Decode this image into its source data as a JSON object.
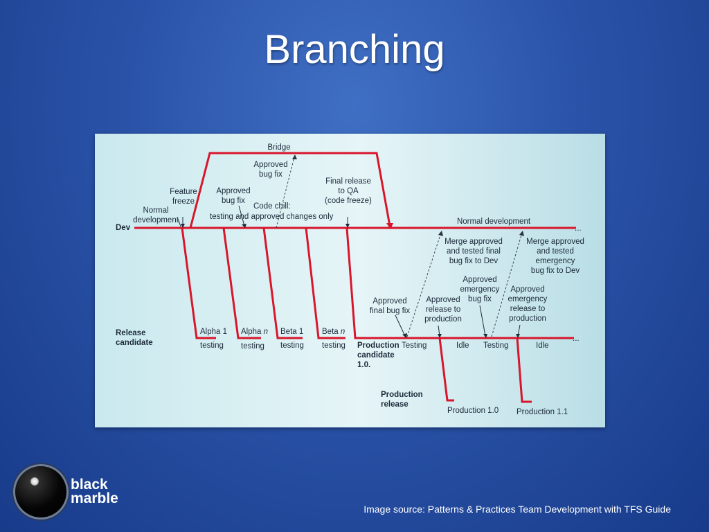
{
  "slide": {
    "title": "Branching",
    "source": "Image source: Patterns & Practices Team Development with TFS Guide"
  },
  "logo": {
    "line1": "black",
    "line2": "marble"
  },
  "diagram": {
    "lanes": {
      "dev": "Dev",
      "rc1": "Release",
      "rc2": "candidate"
    },
    "bridge": "Bridge",
    "approved_bug_fix_top": [
      "Approved",
      "bug fix"
    ],
    "feature_freeze": [
      "Feature",
      "freeze"
    ],
    "normal_development_left": [
      "Normal",
      "development"
    ],
    "approved_bug_fix_mid": [
      "Approved",
      "bug fix"
    ],
    "code_chill": [
      "Code chill:",
      "testing and approved changes only"
    ],
    "final_release_qa": [
      "Final release",
      "to QA",
      "(code freeze)"
    ],
    "normal_development_right": "Normal development",
    "merge_final": [
      "Merge approved",
      "and tested final",
      "bug fix to Dev"
    ],
    "merge_emergency": [
      "Merge approved",
      "and tested",
      "emergency",
      "bug fix to Dev"
    ],
    "approved_emergency_bug_fix": [
      "Approved",
      "emergency",
      "bug fix"
    ],
    "approved_emergency_release": [
      "Approved",
      "emergency",
      "release to",
      "production"
    ],
    "approved_final_bug_fix": [
      "Approved",
      "final bug fix"
    ],
    "approved_release_production": [
      "Approved",
      "release to",
      "production"
    ],
    "alpha1": "Alpha 1",
    "alpha_n_prefix": "Alpha ",
    "beta1": "Beta 1",
    "beta_n_prefix": "Beta ",
    "n": "n",
    "testing": "testing",
    "production_candidate": [
      "Production",
      "candidate",
      "1.0."
    ],
    "testing_cap": "Testing",
    "idle": "Idle",
    "production_release": [
      "Production",
      "release"
    ],
    "production_10": "Production 1.0",
    "production_11": "Production 1.1",
    "ellipsis": "..."
  }
}
